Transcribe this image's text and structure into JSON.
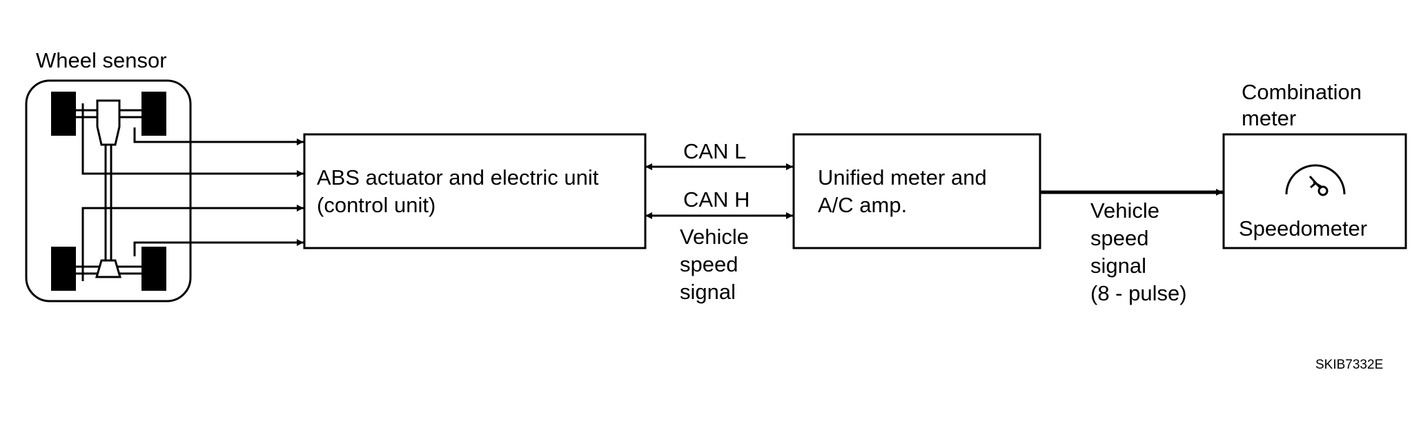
{
  "wheel_sensor": {
    "label": "Wheel sensor"
  },
  "abs_unit": {
    "line1": "ABS actuator and electric unit",
    "line2": "(control unit)"
  },
  "can_bus": {
    "can_l": "CAN L",
    "can_h": "CAN H",
    "signal": [
      "Vehicle",
      "speed",
      "signal"
    ]
  },
  "meter_amp": {
    "line1": "Unified meter and",
    "line2": "A/C amp."
  },
  "pulse_signal": {
    "lines": [
      "Vehicle",
      "speed",
      "signal",
      "(8 - pulse)"
    ]
  },
  "combination_meter": {
    "title": [
      "Combination",
      "meter"
    ],
    "speedometer": "Speedometer",
    "gauge_icon": "speedometer-gauge-icon"
  },
  "figure_code": "SKIB7332E"
}
